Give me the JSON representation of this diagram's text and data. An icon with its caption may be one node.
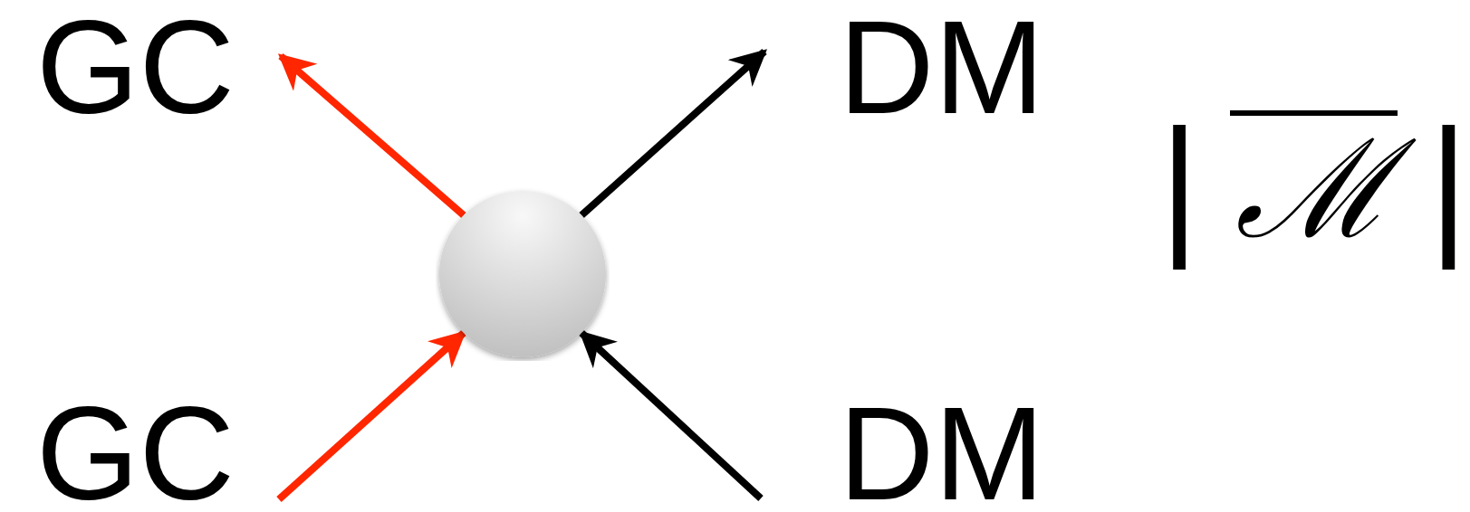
{
  "diagram": {
    "nodes": [
      {
        "text": [
          "GC"
        ]
      },
      {
        "text": [
          "DM"
        ]
      },
      {
        "text": [],
        "shape": "circle"
      },
      {
        "text": [
          "GC"
        ]
      },
      {
        "text": [
          "DM"
        ]
      }
    ],
    "edges": [
      {
        "from": 2,
        "to": 0,
        "arrow": "to",
        "color": "#ff2600"
      },
      {
        "from": 2,
        "to": 1,
        "arrow": "to",
        "color": "#000000"
      },
      {
        "from": 3,
        "to": 2,
        "arrow": "to",
        "color": "#ff2600"
      },
      {
        "from": 4,
        "to": 2,
        "arrow": "to",
        "color": "#000000"
      }
    ],
    "labels": [
      "|",
      "ℳ",
      "|"
    ]
  }
}
